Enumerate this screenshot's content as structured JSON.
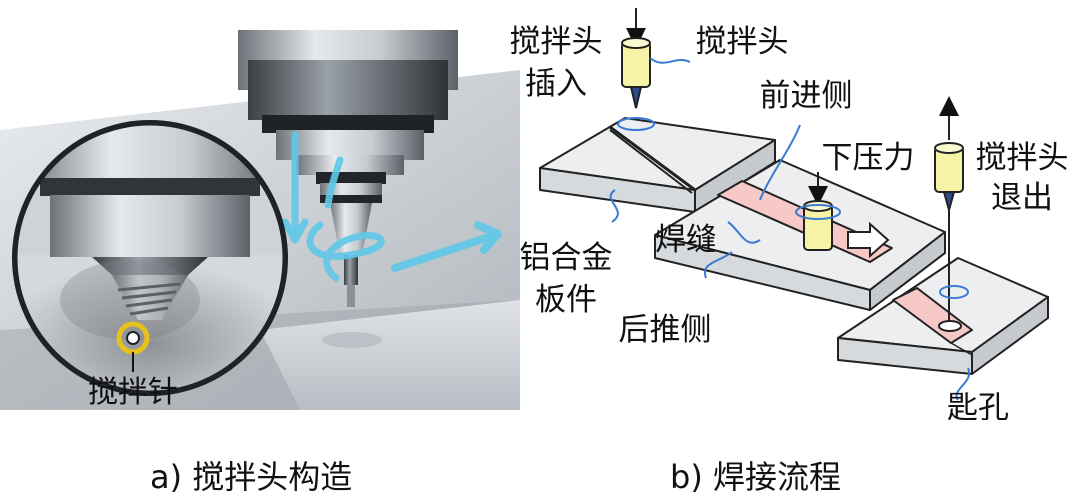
{
  "panel_a": {
    "pin_label": "搅拌针",
    "caption": "a)  搅拌头构造"
  },
  "panel_b": {
    "label_insert": [
      "搅拌头",
      "插入"
    ],
    "label_tool": "搅拌头",
    "label_advancing": "前进侧",
    "label_down_force": "下压力",
    "label_exit": [
      "搅拌头",
      "退出"
    ],
    "label_plate": [
      "铝合金",
      "板件"
    ],
    "label_weld": "焊缝",
    "label_retreating": "后推侧",
    "label_keyhole": "匙孔",
    "caption": "b)  焊接流程"
  },
  "colors": {
    "tool_yellow": "#f7f3a6",
    "weld_pink": "#f6c9c6",
    "plate_gray": "#eceef0",
    "arrow_blue": "#3a7bd5",
    "photo_cyan": "#5fc8e8",
    "ring_yellow": "#e8c21a"
  }
}
